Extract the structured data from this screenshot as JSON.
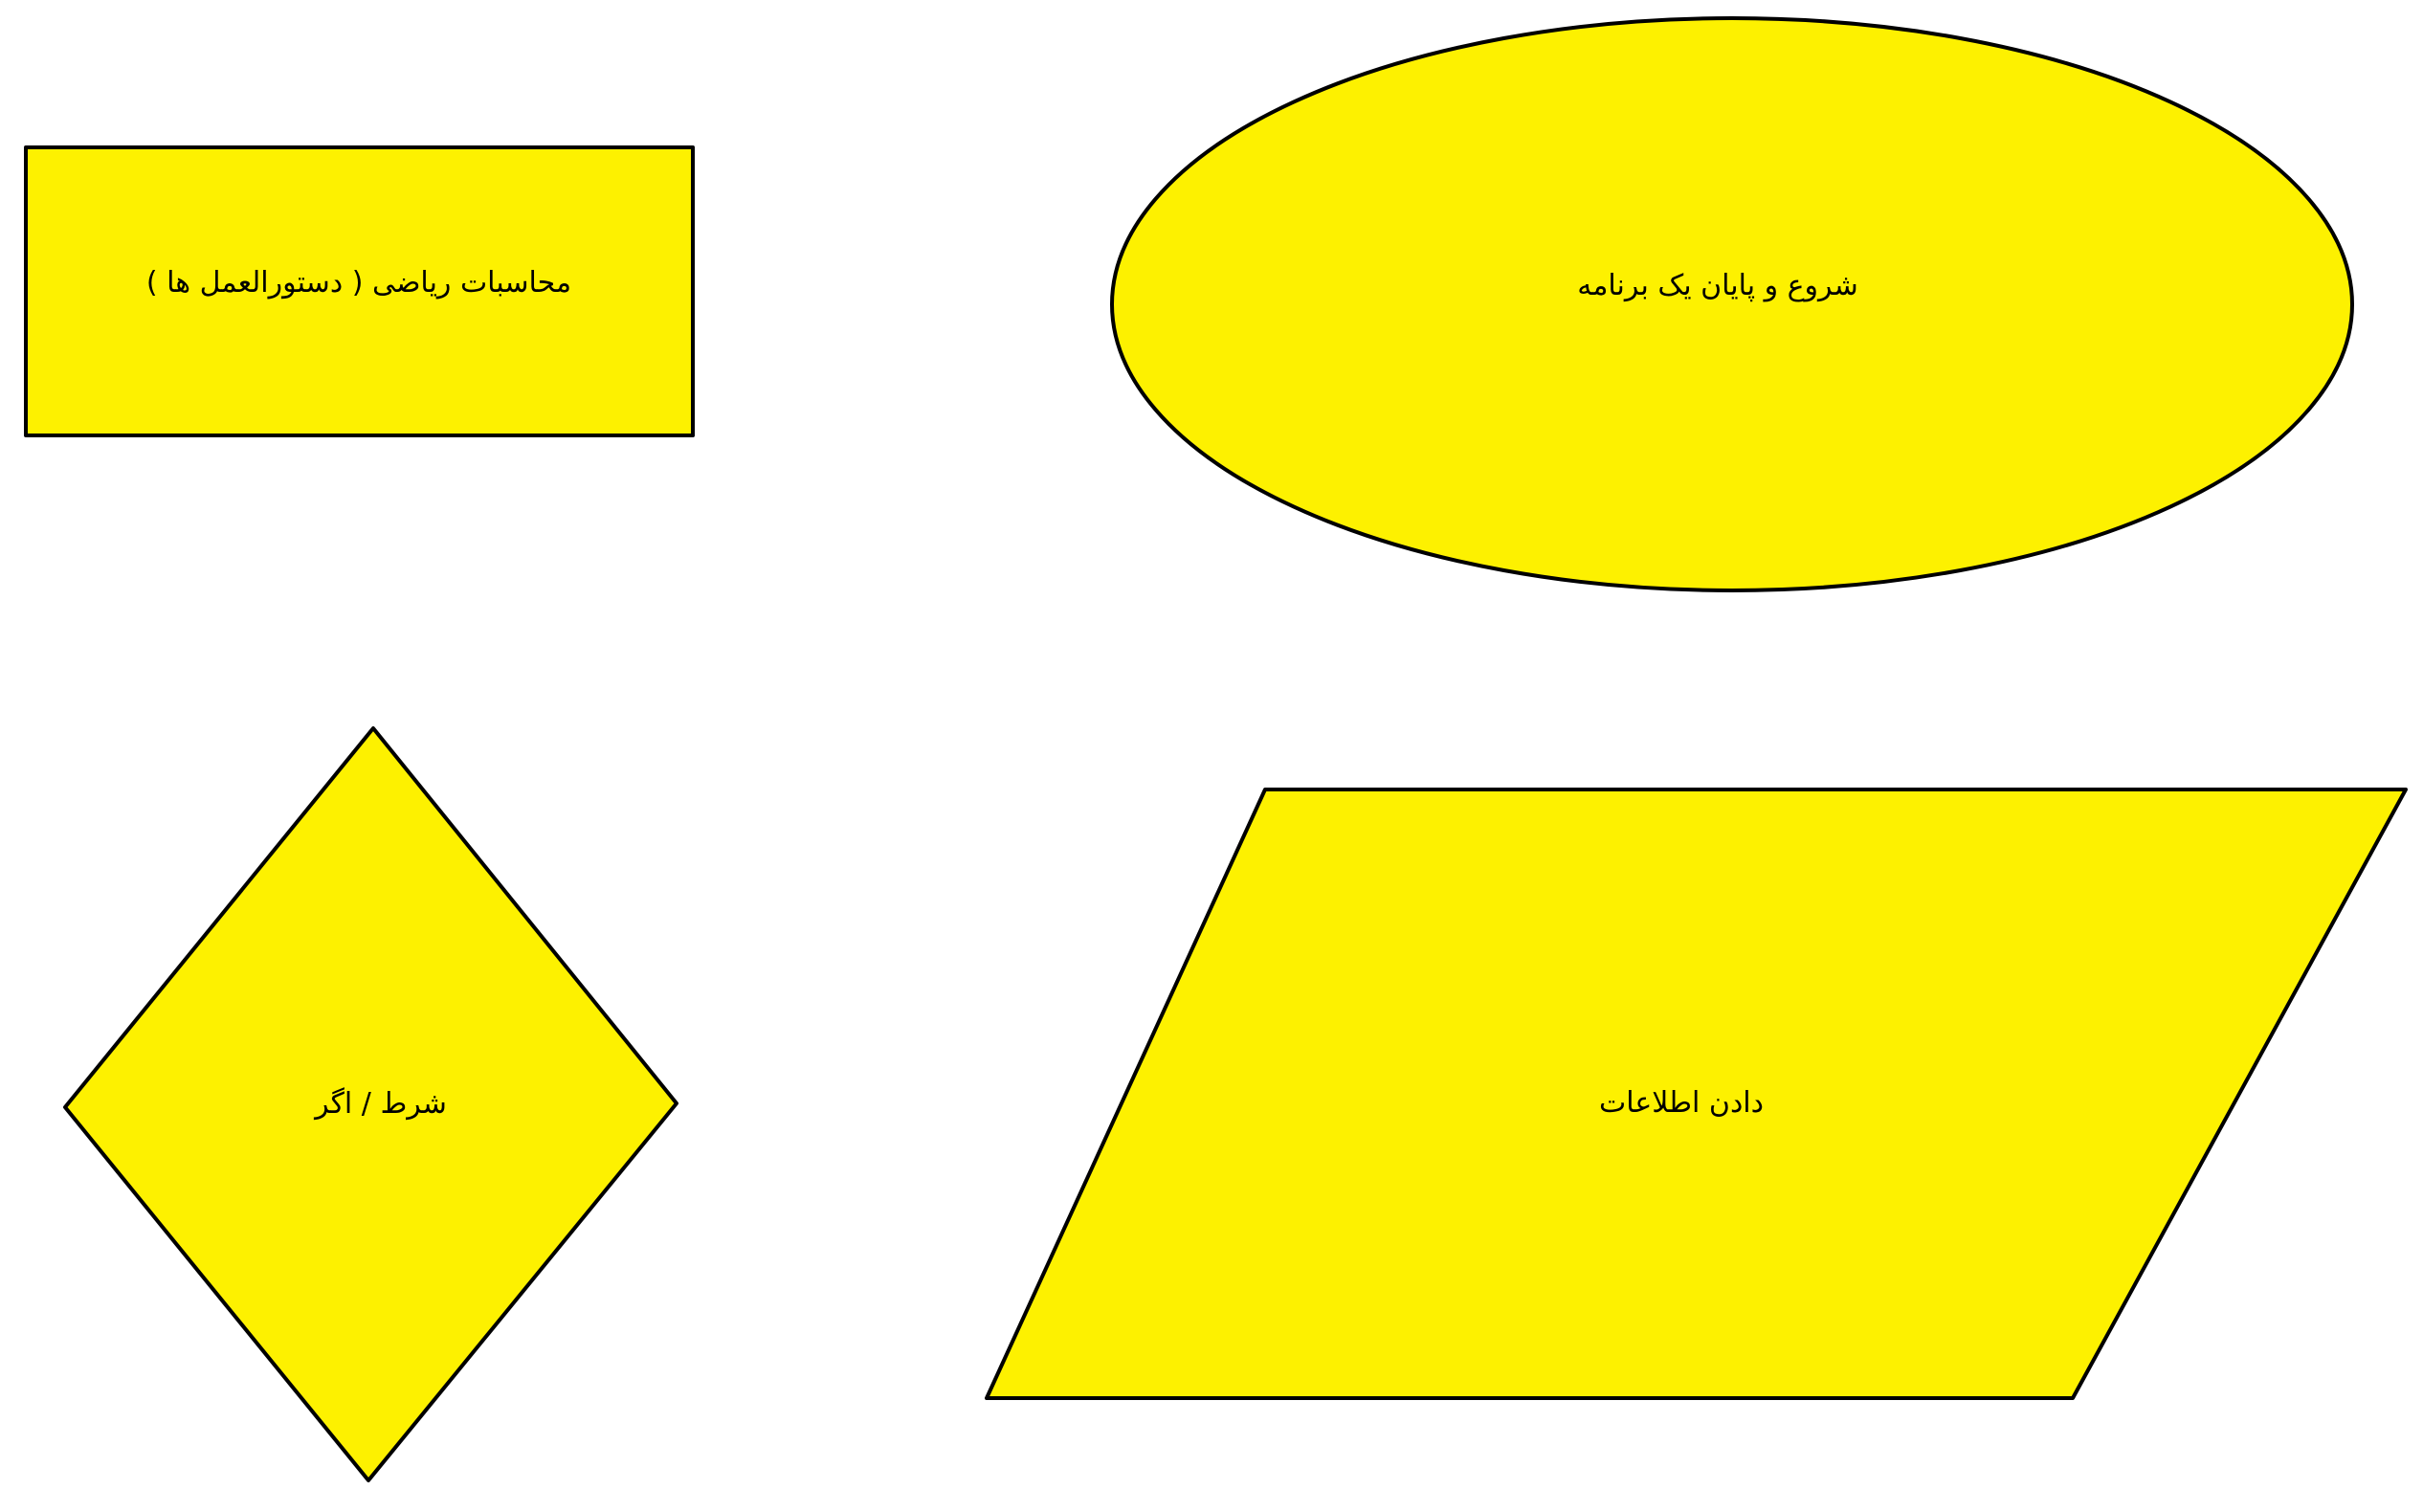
{
  "shapes": {
    "process": {
      "label": "محاسبات ریاضی ( دستورالعمل ها )"
    },
    "terminator": {
      "label": "شروع و پایان یک برنامه"
    },
    "decision": {
      "label": "شرط / اگر"
    },
    "io": {
      "label": "دادن اطلاعات"
    }
  },
  "colors": {
    "fill": "#FDF100",
    "stroke": "#000000",
    "background": "#FFFFFF"
  }
}
